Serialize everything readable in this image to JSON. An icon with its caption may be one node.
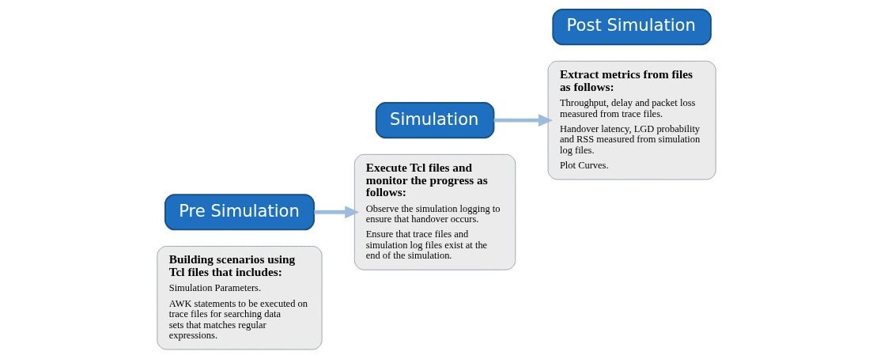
{
  "diagram": {
    "nodes": [
      {
        "text": [
          "Building scenarios using Tcl files that includes:",
          "Simulation Parameters.",
          "AWK statements to be executed on trace files for searching data sets that matches regular expressions."
        ]
      },
      {
        "text": [
          "Pre Simulation"
        ]
      },
      {
        "text": [
          "Execute Tcl files and monitor the progress as follows:",
          "Observe the simulation logging to ensure that handover occurs.",
          "Ensure that trace files and simulation log files exist at the end of the simulation."
        ]
      },
      {
        "text": [
          "Simulation"
        ]
      },
      {
        "text": [
          "Extract metrics from files as follows:",
          "Throughput, delay and packet loss measured from trace files.",
          "Handover latency, LGD probability and RSS measured from simulation log files.",
          "Plot Curves."
        ]
      },
      {
        "text": [
          "Post Simulation"
        ]
      }
    ],
    "edges": [
      {
        "from": 1,
        "to": 2,
        "arrow": "to"
      },
      {
        "from": 3,
        "to": 4,
        "arrow": "to"
      }
    ]
  }
}
